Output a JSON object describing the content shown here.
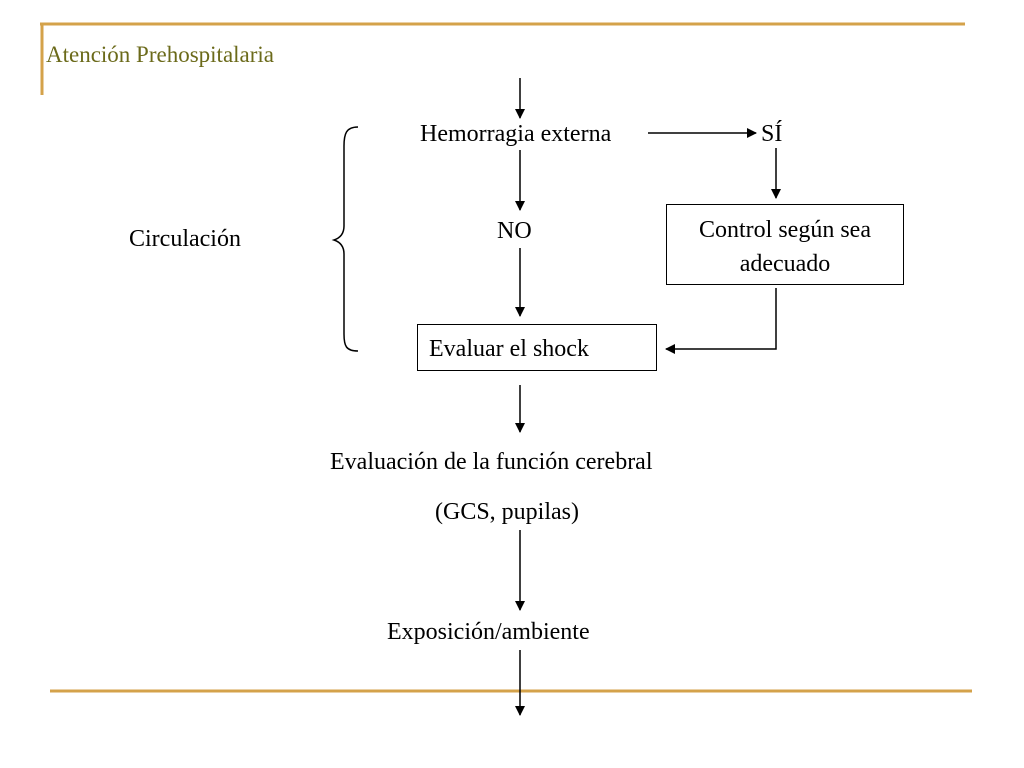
{
  "header": {
    "title": "Atención Prehospitalaria",
    "rule_color": "#d4a24a",
    "title_color": "#6b6a1a"
  },
  "diagram": {
    "group_label": "Circulación",
    "nodes": {
      "hemorrhage": "Hemorragia externa",
      "yes": "SÍ",
      "no": "NO",
      "control_line1": "Control según sea",
      "control_line2": "adecuado",
      "shock": "Evaluar el shock",
      "cerebral_line1": "Evaluación de la función cerebral",
      "cerebral_line2": "(GCS, pupilas)",
      "exposure": "Exposición/ambiente"
    }
  }
}
